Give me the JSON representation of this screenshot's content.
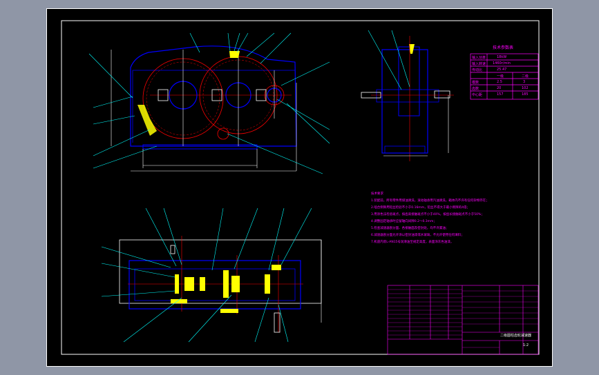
{
  "technical_table": {
    "title": "技术参数表",
    "rows": [
      {
        "label": "输入功率",
        "value": "18kW"
      },
      {
        "label": "输入转速",
        "value": "1460r/min"
      },
      {
        "label": "传动比",
        "value": "25.47"
      }
    ],
    "stage_header": [
      "",
      "一级",
      "二级"
    ],
    "stage_rows": [
      {
        "label": "模数",
        "v1": "2.5",
        "v2": "3"
      },
      {
        "label": "齿数",
        "v1": "20",
        "v2": "102"
      },
      {
        "label": "中心距",
        "v1": "157",
        "v2": "185"
      }
    ]
  },
  "notes": {
    "title": "技术要求",
    "lines": [
      "1.装配前，所有零件用煤油清洗，滚动轴承用汽油清洗，箱体内不许有任何杂物存在；",
      "2.啮合侧隙用铅丝检验不小于0.16mm，铅丝不得大于最小侧隙的4倍；",
      "3.用涂色法检验斑点，按齿高接触斑点不小于40%，按齿长接触斑点不小于50%；",
      "4.调整固定轴承时应留轴向间隙0.2～0.3mm；",
      "5.检查减速器剖分面、各接触面及密封处，均不许漏油；",
      "6.减速器剖分面允许涂以密封油漆或水玻璃，不允许使用任何填料；",
      "7.机座内装L-AN15号润滑油至规定高度，表面涂灰色油漆。"
    ]
  },
  "title_block": {
    "drawing_name": "二级圆柱齿轮减速器",
    "scale": "1:2"
  },
  "colors": {
    "background": "#000000",
    "frame": "#ffffff",
    "outline": "#0000ff",
    "gear": "#ff0000",
    "leader": "#00ffff",
    "text": "#ff00ff",
    "hatch": "#ffff00"
  }
}
